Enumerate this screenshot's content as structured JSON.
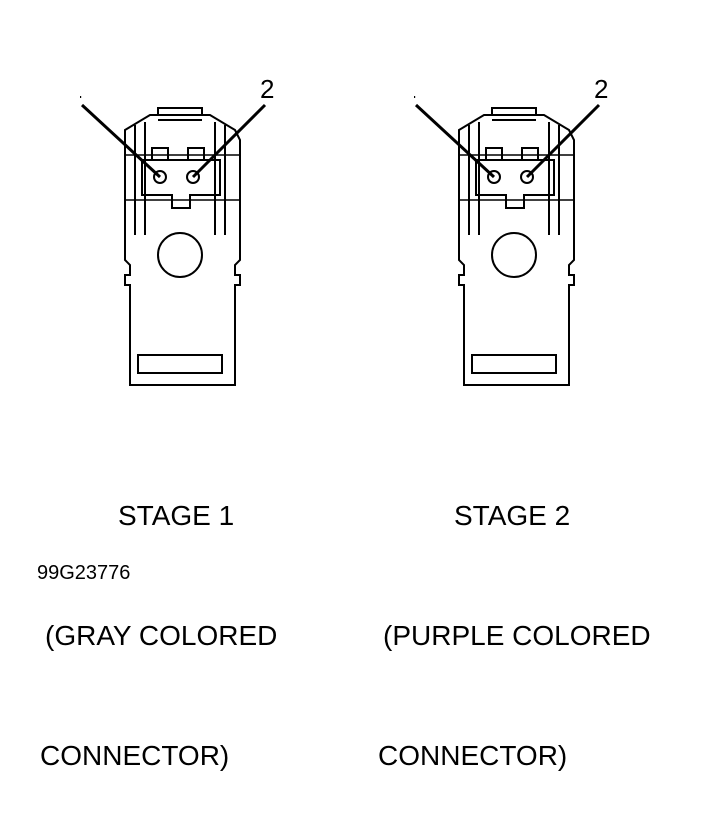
{
  "connectors": [
    {
      "pin_labels": [
        "1",
        "2"
      ],
      "stage": "STAGE 1",
      "description_line1": "(GRAY COLORED",
      "description_line2": "CONNECTOR)"
    },
    {
      "pin_labels": [
        "1",
        "2"
      ],
      "stage": "STAGE 2",
      "description_line1": "(PURPLE COLORED",
      "description_line2": "CONNECTOR)"
    }
  ],
  "figure_code": "99G23776",
  "colors": {
    "line": "#000000",
    "background": "#ffffff"
  }
}
